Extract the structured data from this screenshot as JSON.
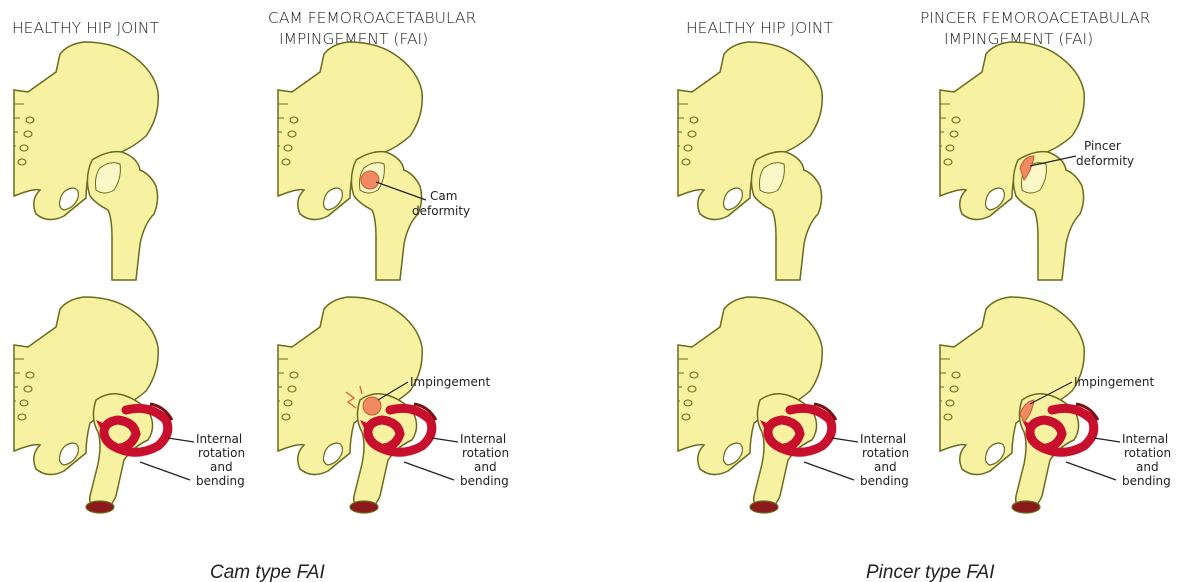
{
  "titles": {
    "healthy_left": "HEALTHY HIP JOINT",
    "cam_line1": "CAM FEMOROACETABULAR",
    "cam_line2": "IMPINGEMENT (FAI)",
    "healthy_right": "HEALTHY HIP JOINT",
    "pincer_line1": "PINCER FEMOROACETABULAR",
    "pincer_line2": "IMPINGEMENT (FAI)"
  },
  "labels": {
    "cam_deformity_1": "Cam",
    "cam_deformity_2": "deformity",
    "pincer_deformity_1": "Pincer",
    "pincer_deformity_2": "deformity",
    "impingement": "Impingement",
    "rotation_1": "Internal",
    "rotation_2": "rotation",
    "rotation_3": "and",
    "rotation_4": "bending"
  },
  "captions": {
    "cam": "Cam type FAI",
    "pincer": "Pincer type FAI"
  },
  "colors": {
    "bone_fill": "#f6f2a2",
    "bone_stroke": "#6b6b1e",
    "deformity": "#ef8a62",
    "arrow": "#c8102e",
    "marrow": "#8b1a1a"
  }
}
